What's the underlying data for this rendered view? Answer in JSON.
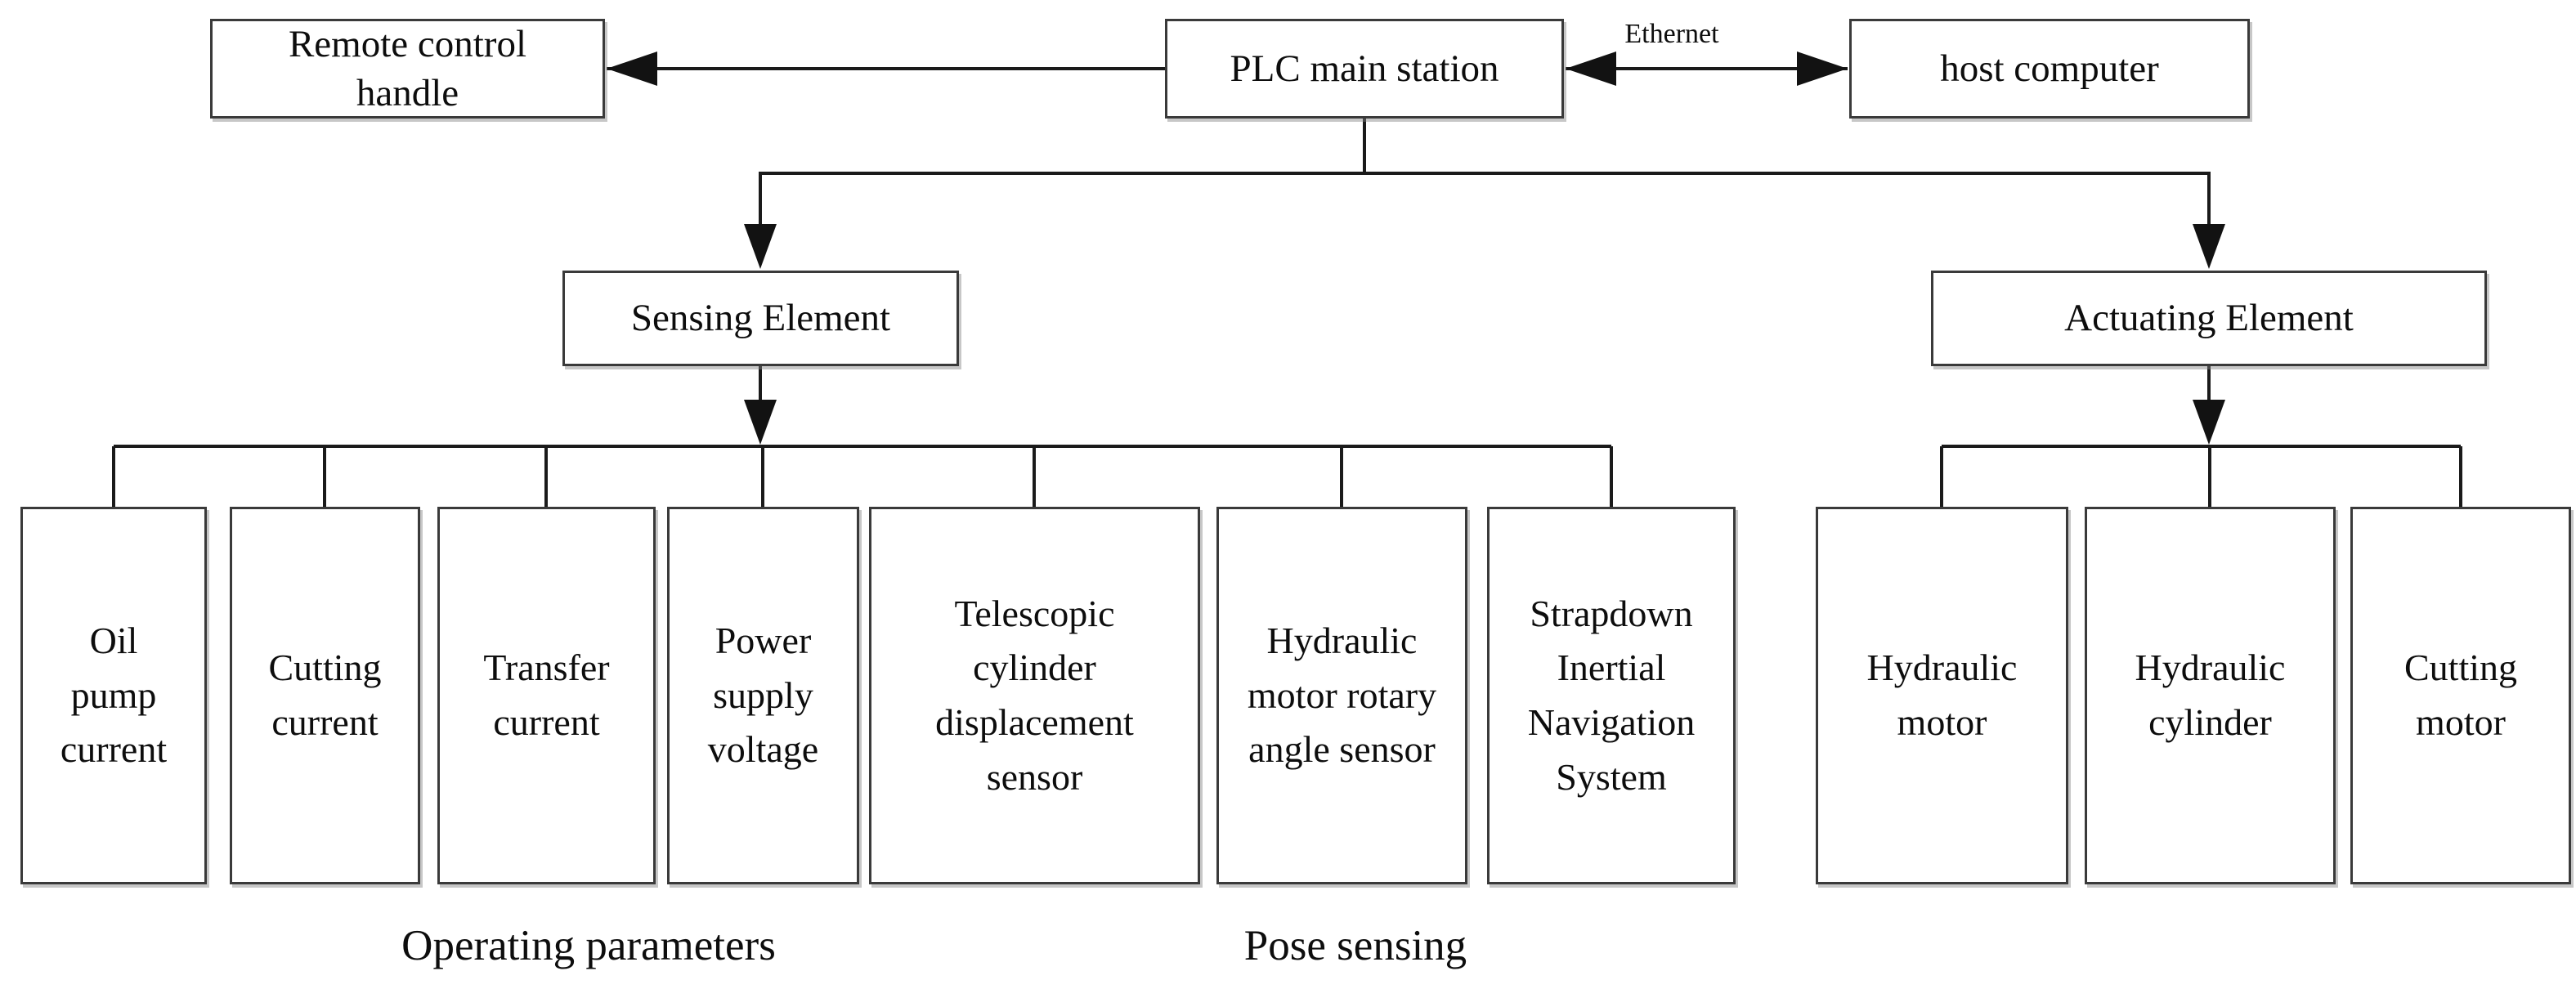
{
  "colors": {
    "line": "#1a1a1a",
    "border": "#3a3a3a",
    "text": "#0d0d0d",
    "bg": "#ffffff"
  },
  "nodes": {
    "remote_control_handle": "Remote control\nhandle",
    "plc_main_station": "PLC main station",
    "host_computer": "host computer",
    "sensing_element": "Sensing Element",
    "actuating_element": "Actuating Element"
  },
  "edge_labels": {
    "ethernet": "Ethernet"
  },
  "sensing_children": [
    {
      "label": "Oil\npump\ncurrent"
    },
    {
      "label": "Cutting\ncurrent"
    },
    {
      "label": "Transfer\ncurrent"
    },
    {
      "label": "Power\nsupply\nvoltage"
    },
    {
      "label": "Telescopic\ncylinder\ndisplacement\nsensor"
    },
    {
      "label": "Hydraulic\nmotor rotary\nangle sensor"
    },
    {
      "label": "Strapdown\nInertial\nNavigation\nSystem"
    }
  ],
  "actuating_children": [
    {
      "label": "Hydraulic\nmotor"
    },
    {
      "label": "Hydraulic\ncylinder"
    },
    {
      "label": "Cutting\nmotor"
    }
  ],
  "group_labels": {
    "operating_parameters": "Operating parameters",
    "pose_sensing": "Pose sensing"
  }
}
